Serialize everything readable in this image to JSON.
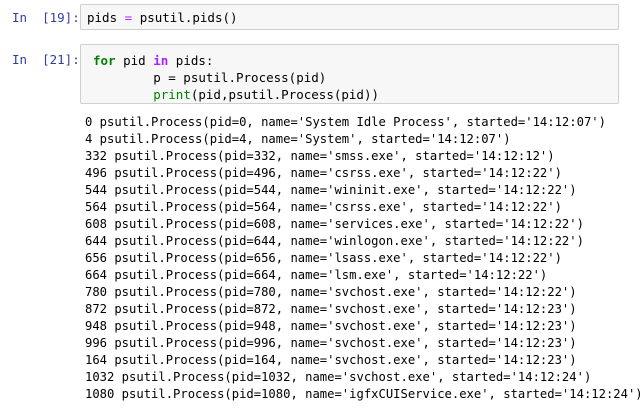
{
  "cell1": {
    "prompt": "In  [19]:",
    "code": {
      "lhs": "pids",
      "op": "=",
      "rhs": "psutil.pids()"
    }
  },
  "cell2": {
    "prompt": "In  [21]:",
    "code": {
      "line1_kw_for": "for",
      "line1_mid": " pid ",
      "line1_kw_in": "in",
      "line1_end": " pids:",
      "line2": "        p = psutil.Process(pid)",
      "line3_indent": "        ",
      "line3_print": "print",
      "line3_rest": "(pid,psutil.Process(pid))"
    }
  },
  "output": [
    "0 psutil.Process(pid=0, name='System Idle Process', started='14:12:07')",
    "4 psutil.Process(pid=4, name='System', started='14:12:07')",
    "332 psutil.Process(pid=332, name='smss.exe', started='14:12:12')",
    "496 psutil.Process(pid=496, name='csrss.exe', started='14:12:22')",
    "544 psutil.Process(pid=544, name='wininit.exe', started='14:12:22')",
    "564 psutil.Process(pid=564, name='csrss.exe', started='14:12:22')",
    "608 psutil.Process(pid=608, name='services.exe', started='14:12:22')",
    "644 psutil.Process(pid=644, name='winlogon.exe', started='14:12:22')",
    "656 psutil.Process(pid=656, name='lsass.exe', started='14:12:22')",
    "664 psutil.Process(pid=664, name='lsm.exe', started='14:12:22')",
    "780 psutil.Process(pid=780, name='svchost.exe', started='14:12:22')",
    "872 psutil.Process(pid=872, name='svchost.exe', started='14:12:23')",
    "948 psutil.Process(pid=948, name='svchost.exe', started='14:12:23')",
    "996 psutil.Process(pid=996, name='svchost.exe', started='14:12:23')",
    "164 psutil.Process(pid=164, name='svchost.exe', started='14:12:23')",
    "1032 psutil.Process(pid=1032, name='svchost.exe', started='14:12:24')",
    "1080 psutil.Process(pid=1080, name='igfxCUIService.exe', started='14:12:24')"
  ]
}
